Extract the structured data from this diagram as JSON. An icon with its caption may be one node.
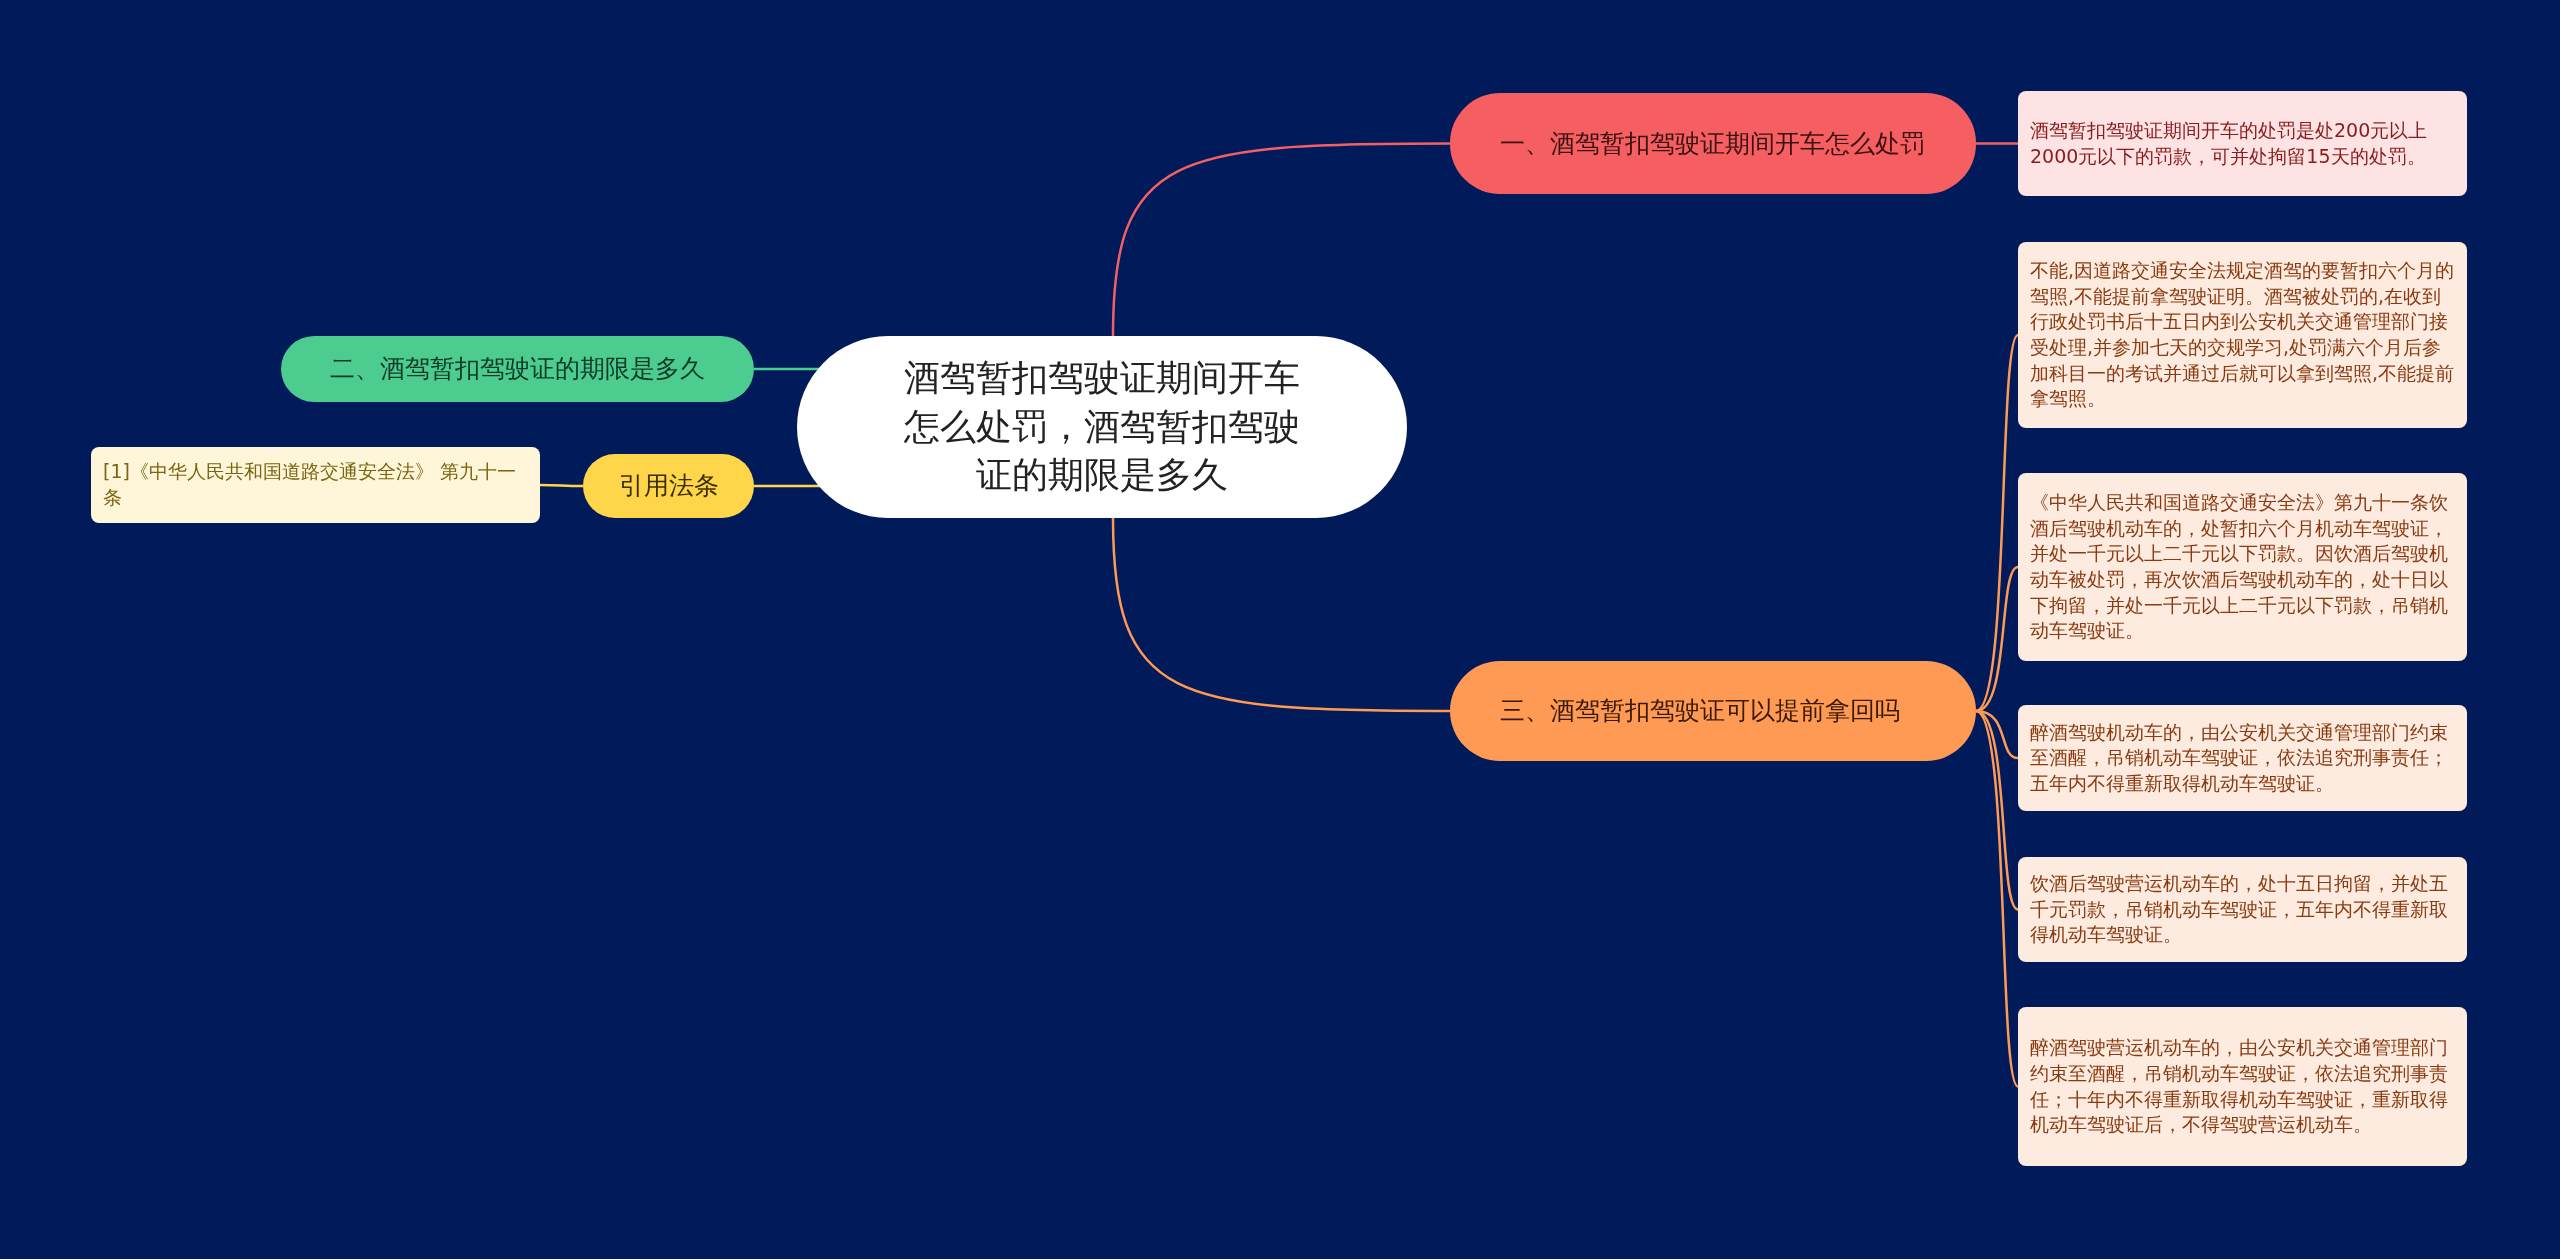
{
  "diagram": {
    "nodes": [
      {
        "text": [
          "酒驾暂扣驾驶证期间开车怎么处罚，酒驾暂扣驾驶证的期限是多久"
        ]
      },
      {
        "text": [
          "一、酒驾暂扣驾驶证期间开车怎么处罚"
        ]
      },
      {
        "text": [
          "酒驾暂扣驾驶证期间开车的处罚是处200元以上2000元以下的罚款，可并处拘留15天的处罚。"
        ]
      },
      {
        "text": [
          "二、酒驾暂扣驾驶证的期限是多久"
        ]
      },
      {
        "text": [
          "引用法条"
        ]
      },
      {
        "text": [
          "[1]《中华人民共和国道路交通安全法》 第九十一条"
        ]
      },
      {
        "text": [
          "三、酒驾暂扣驾驶证可以提前拿回吗"
        ]
      },
      {
        "text": [
          "不能,因道路交通安全法规定酒驾的要暂扣六个月的驾照,不能提前拿驾驶证明。酒驾被处罚的,在收到行政处罚书后十五日内到公安机关交通管理部门接受处理,并参加七天的交规学习,处罚满六个月后参加科目一的考试并通过后就可以拿到驾照,不能提前拿驾照。"
        ]
      },
      {
        "text": [
          "《中华人民共和国道路交通安全法》第九十一条饮酒后驾驶机动车的，处暂扣六个月机动车驾驶证，并处一千元以上二千元以下罚款。因饮酒后驾驶机动车被处罚，再次饮酒后驾驶机动车的，处十日以下拘留，并处一千元以上二千元以下罚款，吊销机动车驾驶证。"
        ]
      },
      {
        "text": [
          "醉酒驾驶机动车的，由公安机关交通管理部门约束至酒醒，吊销机动车驾驶证，依法追究刑事责任；五年内不得重新取得机动车驾驶证。"
        ]
      },
      {
        "text": [
          "饮酒后驾驶营运机动车的，处十五日拘留，并处五千元罚款，吊销机动车驾驶证，五年内不得重新取得机动车驾驶证。"
        ]
      },
      {
        "text": [
          "醉酒驾驶营运机动车的，由公安机关交通管理部门约束至酒醒，吊销机动车驾驶证，依法追究刑事责任；十年内不得重新取得机动车驾驶证，重新取得机动车驾驶证后，不得驾驶营运机动车。"
        ]
      }
    ],
    "edges": [
      {
        "from": 0,
        "to": 1,
        "arrow": "none",
        "color": "#f26065"
      },
      {
        "from": 1,
        "to": 2,
        "arrow": "none",
        "color": "#f26065"
      },
      {
        "from": 0,
        "to": 3,
        "arrow": "none",
        "color": "#4ccc8f"
      },
      {
        "from": 0,
        "to": 4,
        "arrow": "none",
        "color": "#ffd54a"
      },
      {
        "from": 4,
        "to": 5,
        "arrow": "none",
        "color": "#ffd54a"
      },
      {
        "from": 0,
        "to": 6,
        "arrow": "none",
        "color": "#ff9a55"
      },
      {
        "from": 6,
        "to": 7,
        "arrow": "none",
        "color": "#ff9a55"
      },
      {
        "from": 6,
        "to": 8,
        "arrow": "none",
        "color": "#ff9a55"
      },
      {
        "from": 6,
        "to": 9,
        "arrow": "none",
        "color": "#ff9a55"
      },
      {
        "from": 6,
        "to": 10,
        "arrow": "none",
        "color": "#ff9a55"
      },
      {
        "from": 6,
        "to": 11,
        "arrow": "none",
        "color": "#ff9a55"
      }
    ]
  }
}
